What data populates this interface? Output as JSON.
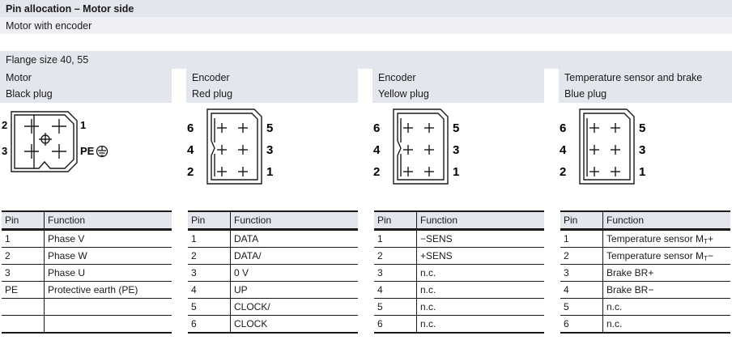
{
  "header": {
    "title": "Pin allocation – Motor side",
    "subtitle": "Motor with encoder",
    "flange": "Flange size 40, 55"
  },
  "columns": [
    {
      "line1": "Motor",
      "line2": "Black plug",
      "labels": {
        "tl": "2",
        "bl": "3",
        "tr": "1",
        "pe": "PE"
      },
      "table": {
        "headers": [
          "Pin",
          "Function"
        ],
        "rows": [
          [
            "1",
            "Phase V"
          ],
          [
            "2",
            "Phase W"
          ],
          [
            "3",
            "Phase U"
          ],
          [
            "PE",
            "Protective earth (PE)"
          ],
          [
            "",
            ""
          ],
          [
            "",
            ""
          ]
        ]
      }
    },
    {
      "line1": "Encoder",
      "line2": "Red plug",
      "labels": {
        "l1": "6",
        "l2": "4",
        "l3": "2",
        "r1": "5",
        "r2": "3",
        "r3": "1"
      },
      "table": {
        "headers": [
          "Pin",
          "Function"
        ],
        "rows": [
          [
            "1",
            "DATA"
          ],
          [
            "2",
            "DATA/"
          ],
          [
            "3",
            "0 V"
          ],
          [
            "4",
            "UP"
          ],
          [
            "5",
            "CLOCK/"
          ],
          [
            "6",
            "CLOCK"
          ]
        ]
      }
    },
    {
      "line1": "Encoder",
      "line2": "Yellow plug",
      "labels": {
        "l1": "6",
        "l2": "4",
        "l3": "2",
        "r1": "5",
        "r2": "3",
        "r3": "1"
      },
      "table": {
        "headers": [
          "Pin",
          "Function"
        ],
        "rows": [
          [
            "1",
            "−SENS"
          ],
          [
            "2",
            "+SENS"
          ],
          [
            "3",
            "n.c."
          ],
          [
            "4",
            "n.c."
          ],
          [
            "5",
            "n.c."
          ],
          [
            "6",
            "n.c."
          ]
        ]
      }
    },
    {
      "line1": "Temperature sensor and brake",
      "line2": "Blue plug",
      "labels": {
        "l1": "6",
        "l2": "4",
        "l3": "2",
        "r1": "5",
        "r2": "3",
        "r3": "1"
      },
      "table": {
        "headers": [
          "Pin",
          "Function"
        ],
        "rows": [
          [
            "1",
            "Temperature sensor M",
            "T",
            "+"
          ],
          [
            "2",
            "Temperature sensor M",
            "T",
            "−"
          ],
          [
            "3",
            "Brake BR+"
          ],
          [
            "4",
            "Brake BR−"
          ],
          [
            "5",
            "n.c."
          ],
          [
            "6",
            "n.c."
          ]
        ]
      }
    }
  ],
  "icons": {
    "earth": "protective-earth-icon"
  }
}
